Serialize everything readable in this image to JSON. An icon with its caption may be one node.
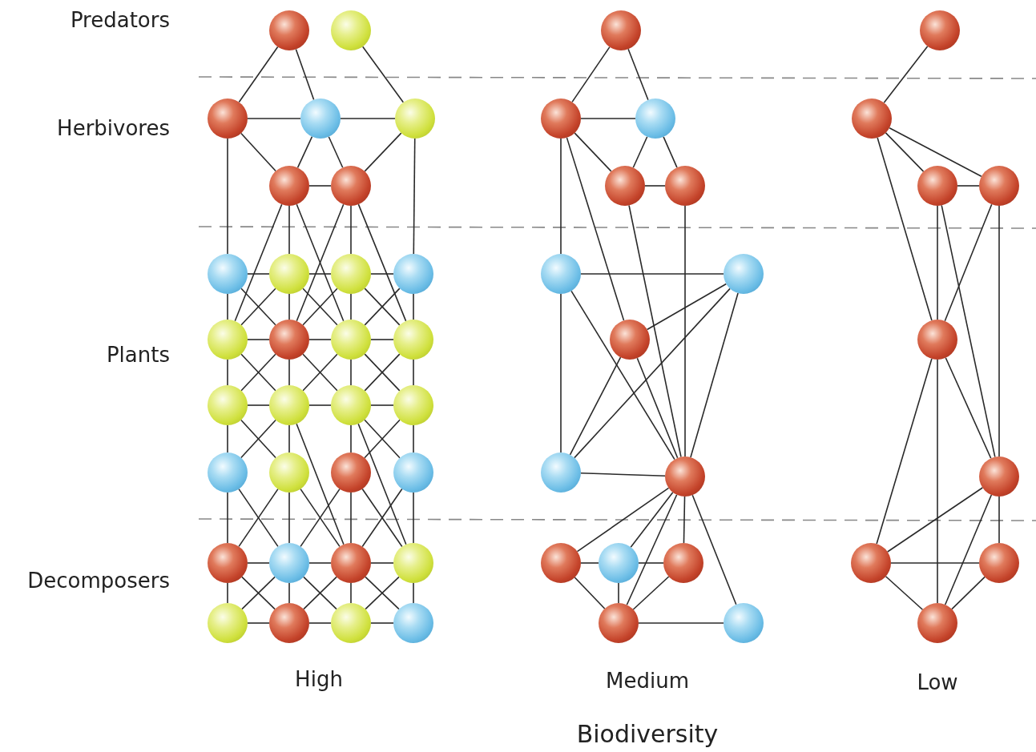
{
  "diagram": {
    "nodes": [
      {
        "text": [],
        "shape": "circle"
      },
      {
        "text": [],
        "shape": "circle"
      },
      {
        "text": [],
        "shape": "circle"
      },
      {
        "text": [],
        "shape": "circle"
      },
      {
        "text": [],
        "shape": "circle"
      },
      {
        "text": [],
        "shape": "circle"
      },
      {
        "text": [],
        "shape": "circle"
      },
      {
        "text": [],
        "shape": "circle"
      },
      {
        "text": [],
        "shape": "circle"
      },
      {
        "text": [],
        "shape": "circle"
      },
      {
        "text": [],
        "shape": "circle"
      },
      {
        "text": [],
        "shape": "circle"
      },
      {
        "text": [],
        "shape": "circle"
      },
      {
        "text": [],
        "shape": "circle"
      },
      {
        "text": [],
        "shape": "circle"
      },
      {
        "text": [],
        "shape": "circle"
      },
      {
        "text": [],
        "shape": "circle"
      },
      {
        "text": [],
        "shape": "circle"
      },
      {
        "text": [],
        "shape": "circle"
      },
      {
        "text": [],
        "shape": "circle"
      },
      {
        "text": [],
        "shape": "circle"
      },
      {
        "text": [],
        "shape": "circle"
      },
      {
        "text": [],
        "shape": "circle"
      },
      {
        "text": [],
        "shape": "circle"
      },
      {
        "text": [],
        "shape": "circle"
      },
      {
        "text": [],
        "shape": "circle"
      },
      {
        "text": [],
        "shape": "circle"
      },
      {
        "text": [],
        "shape": "circle"
      },
      {
        "text": [],
        "shape": "circle"
      },
      {
        "text": [],
        "shape": "circle"
      },
      {
        "text": [],
        "shape": "circle"
      },
      {
        "text": [],
        "shape": "circle"
      },
      {
        "text": [],
        "shape": "circle"
      },
      {
        "text": [],
        "shape": "circle"
      },
      {
        "text": [],
        "shape": "circle"
      },
      {
        "text": [],
        "shape": "circle"
      },
      {
        "text": [],
        "shape": "circle"
      },
      {
        "text": [],
        "shape": "circle"
      },
      {
        "text": [],
        "shape": "circle"
      },
      {
        "text": [],
        "shape": "circle"
      },
      {
        "text": [],
        "shape": "circle"
      },
      {
        "text": [],
        "shape": "circle"
      },
      {
        "text": [],
        "shape": "circle"
      },
      {
        "text": [],
        "shape": "circle"
      },
      {
        "text": [],
        "shape": "circle"
      },
      {
        "text": [],
        "shape": "circle"
      },
      {
        "text": [],
        "shape": "circle"
      },
      {
        "text": [],
        "shape": "circle"
      },
      {
        "text": [],
        "shape": "circle"
      },
      {
        "text": [],
        "shape": "circle"
      },
      {
        "text": [],
        "shape": "circle"
      },
      {
        "text": [],
        "shape": "circle"
      },
      {
        "text": [],
        "shape": "circle"
      },
      {
        "text": [],
        "shape": "circle"
      },
      {
        "text": [],
        "shape": "circle"
      }
    ],
    "edges": [
      {
        "from": 0,
        "to": 2,
        "arrow": "none"
      },
      {
        "from": 0,
        "to": 3,
        "arrow": "none"
      },
      {
        "from": 1,
        "to": 4,
        "arrow": "none"
      },
      {
        "from": 2,
        "to": 3,
        "arrow": "none"
      },
      {
        "from": 3,
        "to": 4,
        "arrow": "none"
      },
      {
        "from": 2,
        "to": 5,
        "arrow": "none"
      },
      {
        "from": 3,
        "to": 5,
        "arrow": "none"
      },
      {
        "from": 3,
        "to": 6,
        "arrow": "none"
      },
      {
        "from": 4,
        "to": 6,
        "arrow": "none"
      },
      {
        "from": 5,
        "to": 6,
        "arrow": "none"
      },
      {
        "from": 2,
        "to": 7,
        "arrow": "none"
      },
      {
        "from": 4,
        "to": 10,
        "arrow": "none"
      },
      {
        "from": 5,
        "to": 8,
        "arrow": "none"
      },
      {
        "from": 5,
        "to": 11,
        "arrow": "none"
      },
      {
        "from": 5,
        "to": 13,
        "arrow": "none"
      },
      {
        "from": 6,
        "to": 9,
        "arrow": "none"
      },
      {
        "from": 6,
        "to": 12,
        "arrow": "none"
      },
      {
        "from": 6,
        "to": 14,
        "arrow": "none"
      },
      {
        "from": 7,
        "to": 8,
        "arrow": "none"
      },
      {
        "from": 8,
        "to": 9,
        "arrow": "none"
      },
      {
        "from": 9,
        "to": 10,
        "arrow": "none"
      },
      {
        "from": 11,
        "to": 12,
        "arrow": "none"
      },
      {
        "from": 12,
        "to": 13,
        "arrow": "none"
      },
      {
        "from": 13,
        "to": 14,
        "arrow": "none"
      },
      {
        "from": 15,
        "to": 16,
        "arrow": "none"
      },
      {
        "from": 16,
        "to": 17,
        "arrow": "none"
      },
      {
        "from": 17,
        "to": 18,
        "arrow": "none"
      },
      {
        "from": 23,
        "to": 24,
        "arrow": "none"
      },
      {
        "from": 24,
        "to": 25,
        "arrow": "none"
      },
      {
        "from": 25,
        "to": 26,
        "arrow": "none"
      },
      {
        "from": 27,
        "to": 28,
        "arrow": "none"
      },
      {
        "from": 28,
        "to": 29,
        "arrow": "none"
      },
      {
        "from": 29,
        "to": 30,
        "arrow": "none"
      },
      {
        "from": 7,
        "to": 11,
        "arrow": "none"
      },
      {
        "from": 11,
        "to": 15,
        "arrow": "none"
      },
      {
        "from": 15,
        "to": 19,
        "arrow": "none"
      },
      {
        "from": 19,
        "to": 23,
        "arrow": "none"
      },
      {
        "from": 23,
        "to": 27,
        "arrow": "none"
      },
      {
        "from": 8,
        "to": 12,
        "arrow": "none"
      },
      {
        "from": 12,
        "to": 16,
        "arrow": "none"
      },
      {
        "from": 16,
        "to": 20,
        "arrow": "none"
      },
      {
        "from": 20,
        "to": 24,
        "arrow": "none"
      },
      {
        "from": 24,
        "to": 28,
        "arrow": "none"
      },
      {
        "from": 9,
        "to": 13,
        "arrow": "none"
      },
      {
        "from": 13,
        "to": 17,
        "arrow": "none"
      },
      {
        "from": 17,
        "to": 21,
        "arrow": "none"
      },
      {
        "from": 21,
        "to": 25,
        "arrow": "none"
      },
      {
        "from": 25,
        "to": 29,
        "arrow": "none"
      },
      {
        "from": 10,
        "to": 14,
        "arrow": "none"
      },
      {
        "from": 14,
        "to": 18,
        "arrow": "none"
      },
      {
        "from": 18,
        "to": 22,
        "arrow": "none"
      },
      {
        "from": 22,
        "to": 26,
        "arrow": "none"
      },
      {
        "from": 26,
        "to": 30,
        "arrow": "none"
      },
      {
        "from": 7,
        "to": 12,
        "arrow": "none"
      },
      {
        "from": 8,
        "to": 11,
        "arrow": "none"
      },
      {
        "from": 8,
        "to": 13,
        "arrow": "none"
      },
      {
        "from": 9,
        "to": 12,
        "arrow": "none"
      },
      {
        "from": 9,
        "to": 14,
        "arrow": "none"
      },
      {
        "from": 10,
        "to": 13,
        "arrow": "none"
      },
      {
        "from": 11,
        "to": 16,
        "arrow": "none"
      },
      {
        "from": 12,
        "to": 15,
        "arrow": "none"
      },
      {
        "from": 12,
        "to": 17,
        "arrow": "none"
      },
      {
        "from": 13,
        "to": 16,
        "arrow": "none"
      },
      {
        "from": 13,
        "to": 18,
        "arrow": "none"
      },
      {
        "from": 14,
        "to": 17,
        "arrow": "none"
      },
      {
        "from": 15,
        "to": 20,
        "arrow": "none"
      },
      {
        "from": 16,
        "to": 19,
        "arrow": "none"
      },
      {
        "from": 16,
        "to": 25,
        "arrow": "none"
      },
      {
        "from": 17,
        "to": 22,
        "arrow": "none"
      },
      {
        "from": 18,
        "to": 21,
        "arrow": "none"
      },
      {
        "from": 17,
        "to": 26,
        "arrow": "none"
      },
      {
        "from": 19,
        "to": 24,
        "arrow": "none"
      },
      {
        "from": 20,
        "to": 23,
        "arrow": "none"
      },
      {
        "from": 20,
        "to": 25,
        "arrow": "none"
      },
      {
        "from": 21,
        "to": 24,
        "arrow": "none"
      },
      {
        "from": 21,
        "to": 26,
        "arrow": "none"
      },
      {
        "from": 22,
        "to": 25,
        "arrow": "none"
      },
      {
        "from": 23,
        "to": 28,
        "arrow": "none"
      },
      {
        "from": 24,
        "to": 27,
        "arrow": "none"
      },
      {
        "from": 24,
        "to": 29,
        "arrow": "none"
      },
      {
        "from": 25,
        "to": 28,
        "arrow": "none"
      },
      {
        "from": 25,
        "to": 30,
        "arrow": "none"
      },
      {
        "from": 26,
        "to": 29,
        "arrow": "none"
      },
      {
        "from": 31,
        "to": 32,
        "arrow": "none"
      },
      {
        "from": 31,
        "to": 33,
        "arrow": "none"
      },
      {
        "from": 32,
        "to": 33,
        "arrow": "none"
      },
      {
        "from": 32,
        "to": 34,
        "arrow": "none"
      },
      {
        "from": 33,
        "to": 34,
        "arrow": "none"
      },
      {
        "from": 33,
        "to": 35,
        "arrow": "none"
      },
      {
        "from": 34,
        "to": 35,
        "arrow": "none"
      },
      {
        "from": 32,
        "to": 36,
        "arrow": "none"
      },
      {
        "from": 32,
        "to": 38,
        "arrow": "none"
      },
      {
        "from": 34,
        "to": 40,
        "arrow": "none"
      },
      {
        "from": 35,
        "to": 40,
        "arrow": "none"
      },
      {
        "from": 36,
        "to": 37,
        "arrow": "none"
      },
      {
        "from": 36,
        "to": 39,
        "arrow": "none"
      },
      {
        "from": 36,
        "to": 40,
        "arrow": "none"
      },
      {
        "from": 37,
        "to": 38,
        "arrow": "none"
      },
      {
        "from": 37,
        "to": 39,
        "arrow": "none"
      },
      {
        "from": 37,
        "to": 40,
        "arrow": "none"
      },
      {
        "from": 38,
        "to": 39,
        "arrow": "none"
      },
      {
        "from": 38,
        "to": 40,
        "arrow": "none"
      },
      {
        "from": 39,
        "to": 40,
        "arrow": "none"
      },
      {
        "from": 40,
        "to": 41,
        "arrow": "none"
      },
      {
        "from": 40,
        "to": 42,
        "arrow": "none"
      },
      {
        "from": 40,
        "to": 43,
        "arrow": "none"
      },
      {
        "from": 40,
        "to": 44,
        "arrow": "none"
      },
      {
        "from": 40,
        "to": 45,
        "arrow": "none"
      },
      {
        "from": 41,
        "to": 42,
        "arrow": "none"
      },
      {
        "from": 42,
        "to": 43,
        "arrow": "none"
      },
      {
        "from": 41,
        "to": 44,
        "arrow": "none"
      },
      {
        "from": 42,
        "to": 44,
        "arrow": "none"
      },
      {
        "from": 43,
        "to": 44,
        "arrow": "none"
      },
      {
        "from": 44,
        "to": 45,
        "arrow": "none"
      },
      {
        "from": 46,
        "to": 47,
        "arrow": "none"
      },
      {
        "from": 47,
        "to": 48,
        "arrow": "none"
      },
      {
        "from": 47,
        "to": 49,
        "arrow": "none"
      },
      {
        "from": 47,
        "to": 50,
        "arrow": "none"
      },
      {
        "from": 48,
        "to": 49,
        "arrow": "none"
      },
      {
        "from": 48,
        "to": 50,
        "arrow": "none"
      },
      {
        "from": 48,
        "to": 51,
        "arrow": "none"
      },
      {
        "from": 49,
        "to": 50,
        "arrow": "none"
      },
      {
        "from": 49,
        "to": 51,
        "arrow": "none"
      },
      {
        "from": 50,
        "to": 51,
        "arrow": "none"
      },
      {
        "from": 50,
        "to": 52,
        "arrow": "none"
      },
      {
        "from": 50,
        "to": 54,
        "arrow": "none"
      },
      {
        "from": 51,
        "to": 52,
        "arrow": "none"
      },
      {
        "from": 51,
        "to": 53,
        "arrow": "none"
      },
      {
        "from": 51,
        "to": 54,
        "arrow": "none"
      },
      {
        "from": 52,
        "to": 53,
        "arrow": "none"
      },
      {
        "from": 52,
        "to": 54,
        "arrow": "none"
      },
      {
        "from": 53,
        "to": 54,
        "arrow": "none"
      }
    ],
    "labels": [
      "Predators",
      "Herbivores",
      "Plants",
      "Decomposers",
      "High",
      "Medium",
      "Low",
      "Biodiversity"
    ]
  }
}
